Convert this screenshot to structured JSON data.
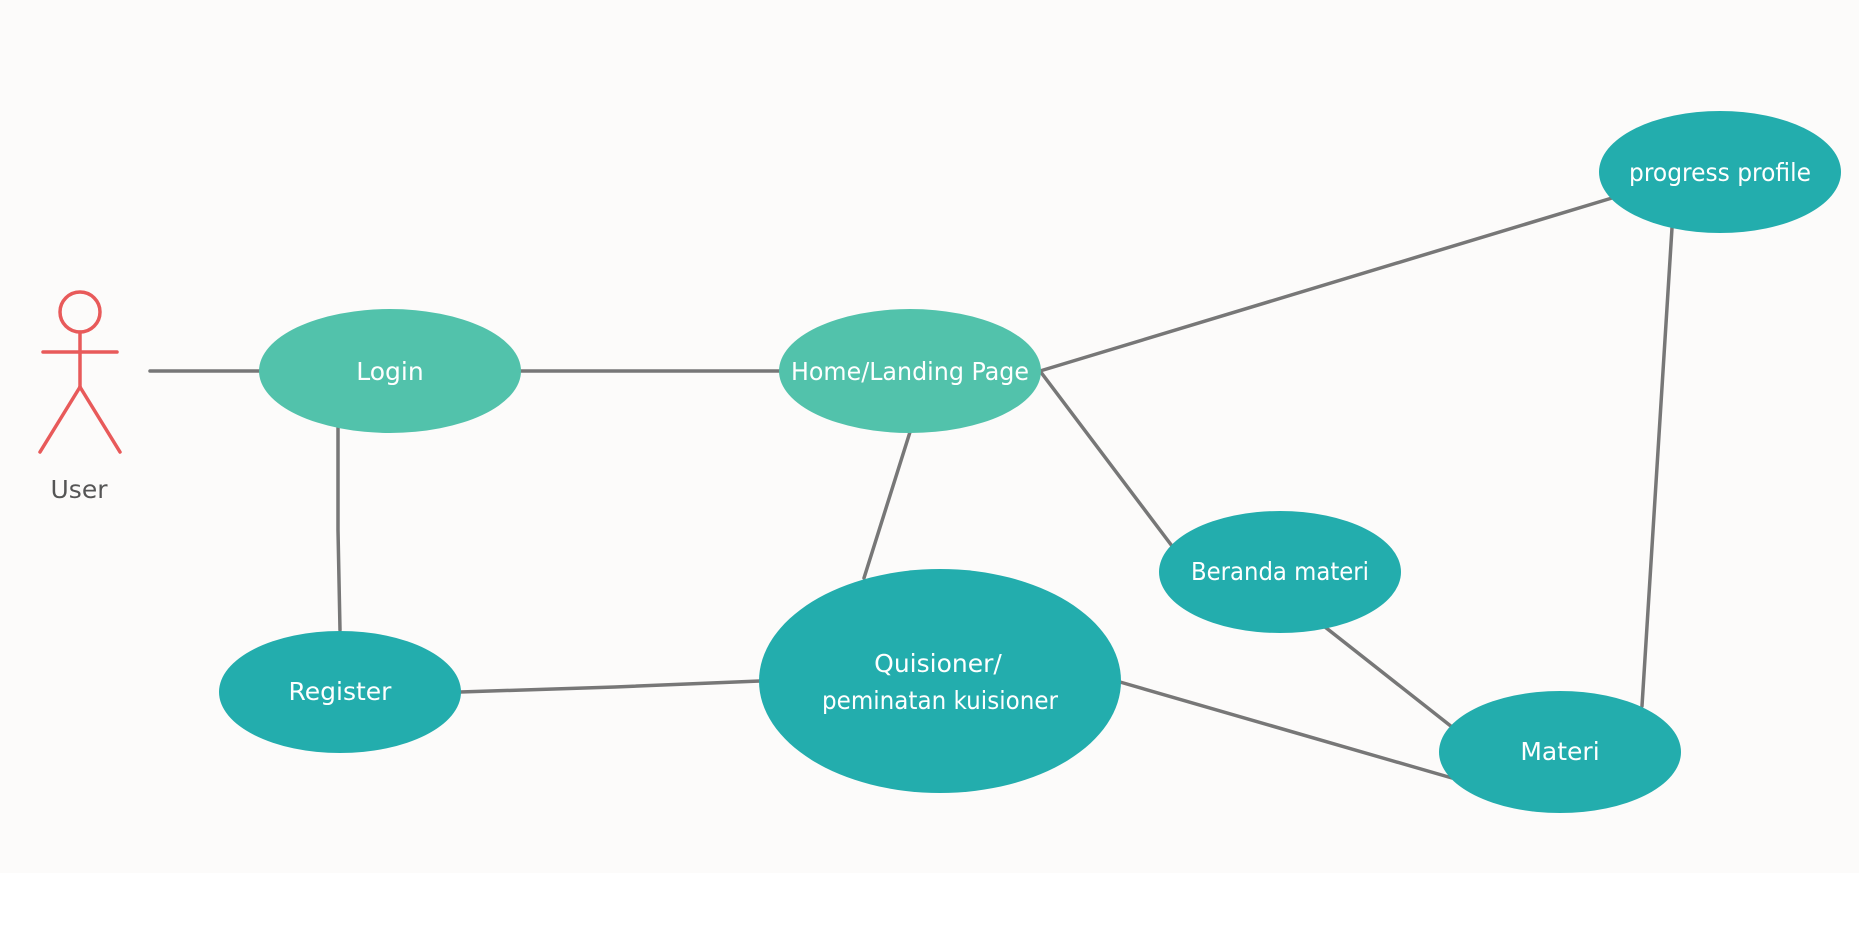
{
  "actor": {
    "label": "User"
  },
  "colors": {
    "background": "#fcfbfa",
    "connector": "#777777",
    "actor": "#e85a5a",
    "usecase_light": "#52c2ab",
    "usecase_dark": "#23adad"
  },
  "use_cases": {
    "login": "Login",
    "home": "Home/Landing Page",
    "register": "Register",
    "quisioner_line1": "Quisioner/",
    "quisioner_line2": "peminatan kuisioner",
    "beranda": "Beranda materi",
    "materi": "Materi",
    "progress": "progress profile"
  }
}
